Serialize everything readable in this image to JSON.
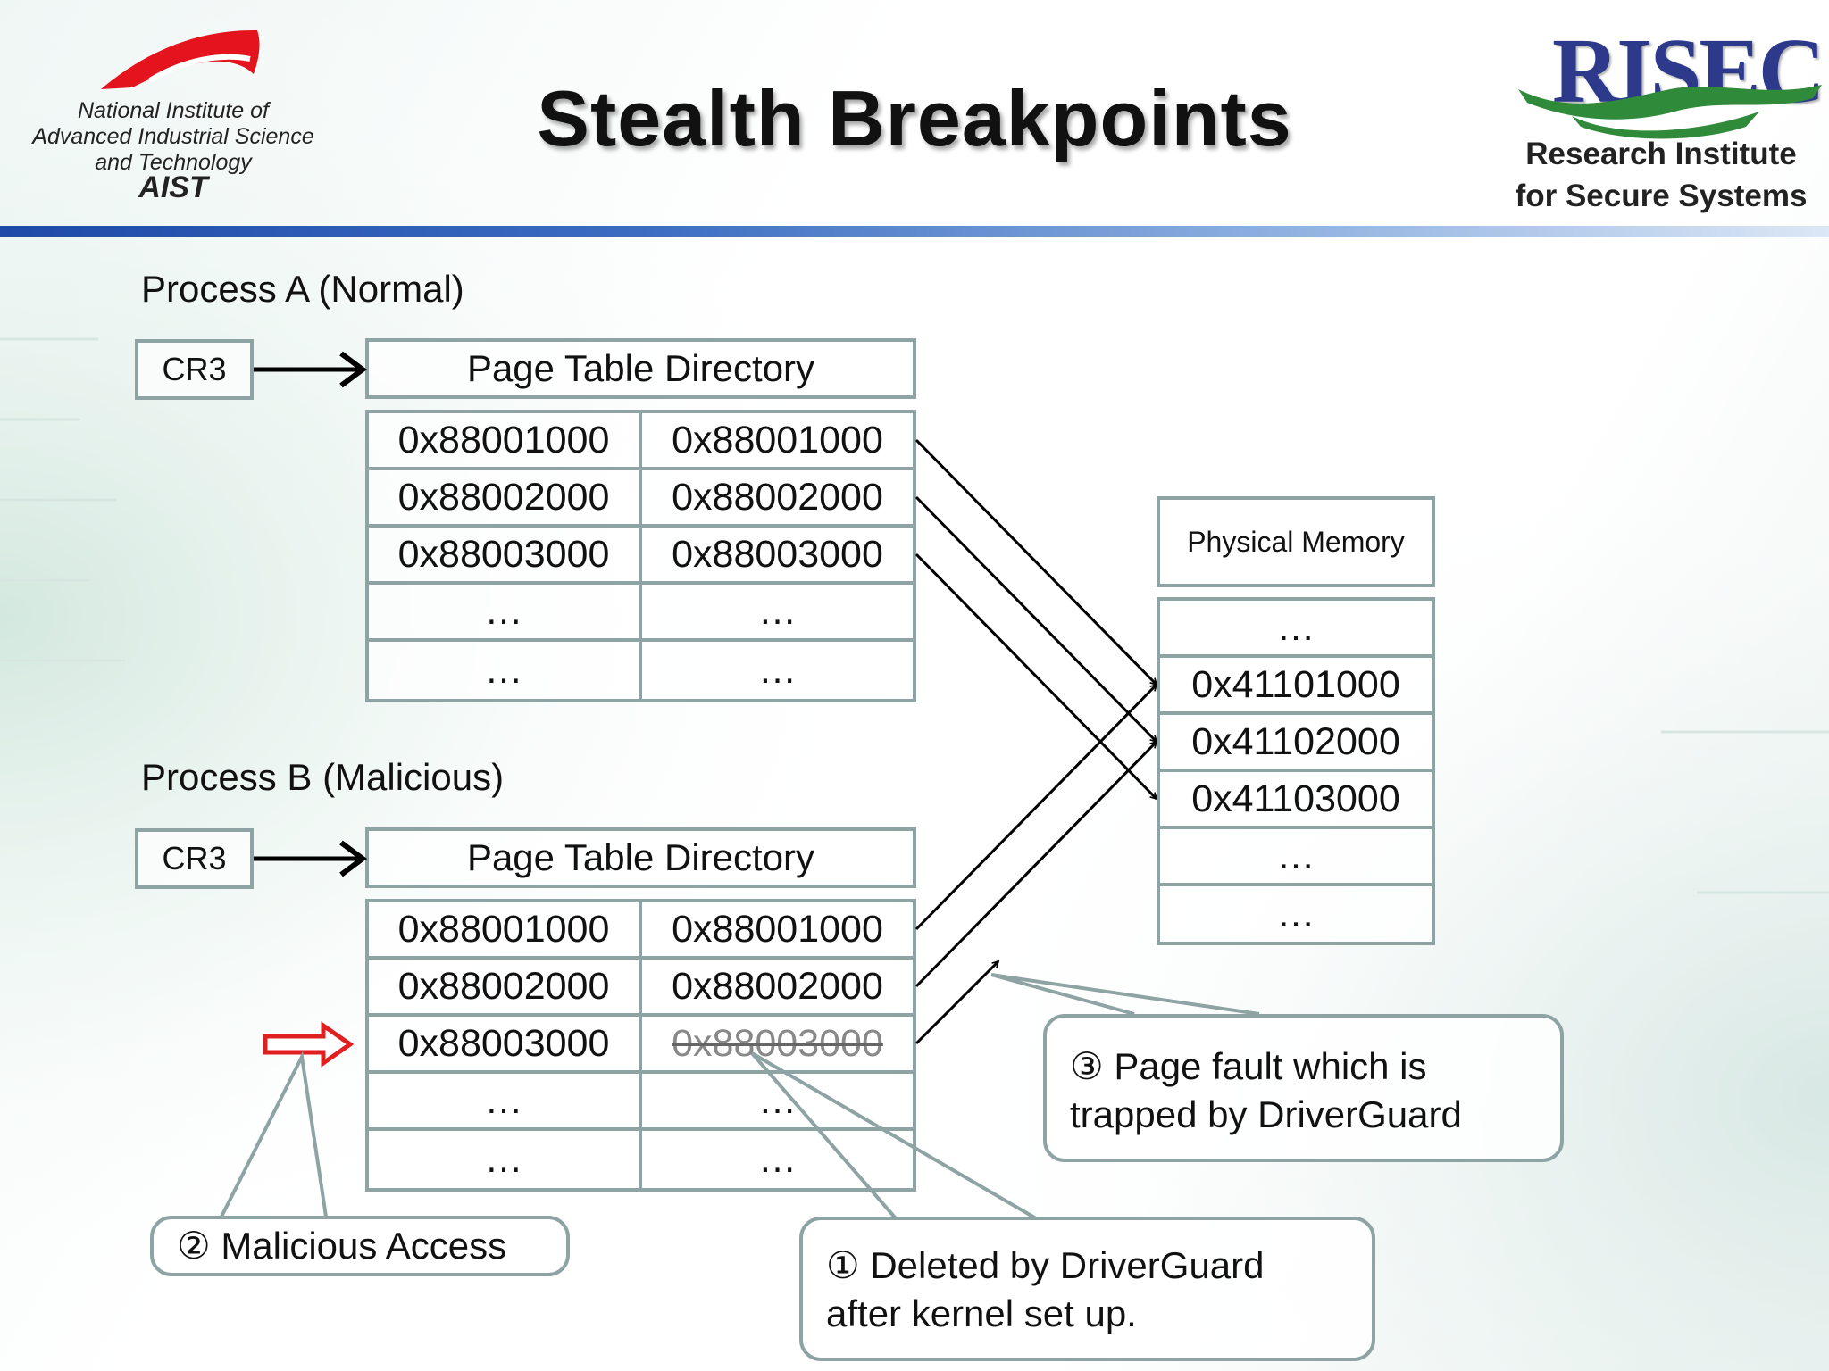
{
  "title": "Stealth Breakpoints",
  "aist_logo": {
    "line1": "National Institute of",
    "line2": "Advanced Industrial Science",
    "line3": "and Technology",
    "abbr": "AIST"
  },
  "risec_logo": {
    "name": "RISEC",
    "sub1": "Research Institute",
    "sub2": "for Secure Systems"
  },
  "process_a": {
    "label": "Process A (Normal)",
    "cr3": "CR3",
    "directory": "Page Table Directory",
    "rows": [
      [
        "0x88001000",
        "0x88001000"
      ],
      [
        "0x88002000",
        "0x88002000"
      ],
      [
        "0x88003000",
        "0x88003000"
      ],
      [
        "…",
        "…"
      ],
      [
        "…",
        "…"
      ]
    ]
  },
  "process_b": {
    "label": "Process B (Malicious)",
    "cr3": "CR3",
    "directory": "Page Table Directory",
    "rows": [
      [
        "0x88001000",
        "0x88001000"
      ],
      [
        "0x88002000",
        "0x88002000"
      ],
      [
        "0x88003000",
        "0x88003000"
      ],
      [
        "…",
        "…"
      ],
      [
        "…",
        "…"
      ]
    ],
    "deleted_cell": "0x88003000"
  },
  "physical_memory": {
    "header": "Physical Memory",
    "rows": [
      "…",
      "0x41101000",
      "0x41102000",
      "0x41103000",
      "…",
      "…"
    ]
  },
  "callouts": {
    "deleted": [
      "① Deleted by DriverGuard",
      "after  kernel set up."
    ],
    "malicious": "② Malicious  Access",
    "pagefault": [
      "③ Page fault which is",
      "trapped by DriverGuard"
    ]
  },
  "colors": {
    "border": "#8ea3a3",
    "accent_red": "#e02020",
    "title_bar": "#1f4aa8",
    "risec_blue": "#2d3a8c",
    "risec_green": "#2f8a3a",
    "aist_red": "#e3141e"
  }
}
